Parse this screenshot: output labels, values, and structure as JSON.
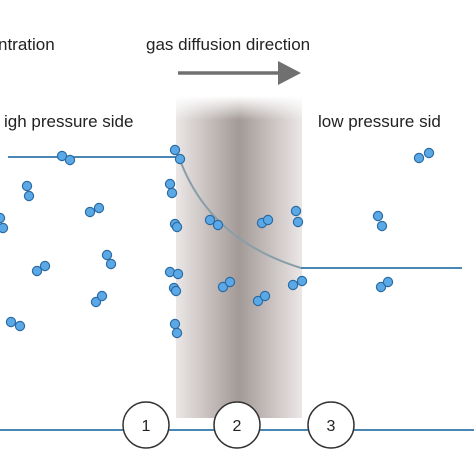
{
  "labels": {
    "concentration_cut": "ntration",
    "direction": "gas diffusion direction",
    "high_side": "igh pressure side",
    "low_side": "low pressure sid"
  },
  "steps": [
    "1",
    "2",
    "3"
  ],
  "colors": {
    "line": "#4a86b4",
    "molecule_fill": "#5aa9e6",
    "molecule_stroke": "#2c6aa3",
    "membrane_edge": "#ffffff",
    "membrane_center": "#a39a97",
    "arrow": "#707070",
    "curve": "#8a9ea8",
    "circle_stroke": "#333333"
  }
}
